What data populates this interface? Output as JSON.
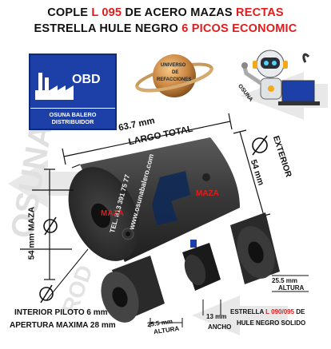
{
  "header": {
    "line1_prefix": "COPLE ",
    "line1_red": "L 095",
    "line1_mid": " DE ACERO MAZAS ",
    "line1_red2": "RECTAS",
    "line2_prefix": "ESTRELLA HULE NEGRO ",
    "line2_red": "6 PICOS ECONOMIC"
  },
  "logo": {
    "text": "OBD",
    "subtitle": "OSUNA BALERO DISTRIBUIDOR"
  },
  "planet": {
    "line1": "UNIVERSO",
    "line2": "DE",
    "line3": "REFACCIONES"
  },
  "robot": {
    "label": "OSUNA"
  },
  "dims": {
    "length_value": "63.7 mm",
    "length_label": "LARGO TOTAL",
    "exterior_value": "54 mm",
    "exterior_label": "EXTERIOR",
    "maza_value": "54 mm MAZA",
    "altura_value": "25.5 mm",
    "altura_label": "ALTURA",
    "altura2_value": "25.5 mm",
    "altura2_label": "ALTURA",
    "ancho_value": "13 mm",
    "ancho_label": "ANCHO"
  },
  "maza_left": "MAZA",
  "maza_right": "MAZA",
  "watermark": {
    "site": "www.osunabalero.com",
    "phone": "TEL. 813 391 75 77"
  },
  "bottom": {
    "piloto": "INTERIOR PILOTO 6 mm",
    "apertura": "APERTURA MAXIMA 28 mm",
    "estrella_prefix": "ESTRELLA ",
    "estrella_red": "L 090/095",
    "estrella_suffix": " DE",
    "estrella_line2": "HULE NEGRO SOLIDO"
  },
  "colors": {
    "red": "#e21b1b",
    "logo_blue": "#1d3fa8",
    "metal": "#3a3a3a"
  }
}
